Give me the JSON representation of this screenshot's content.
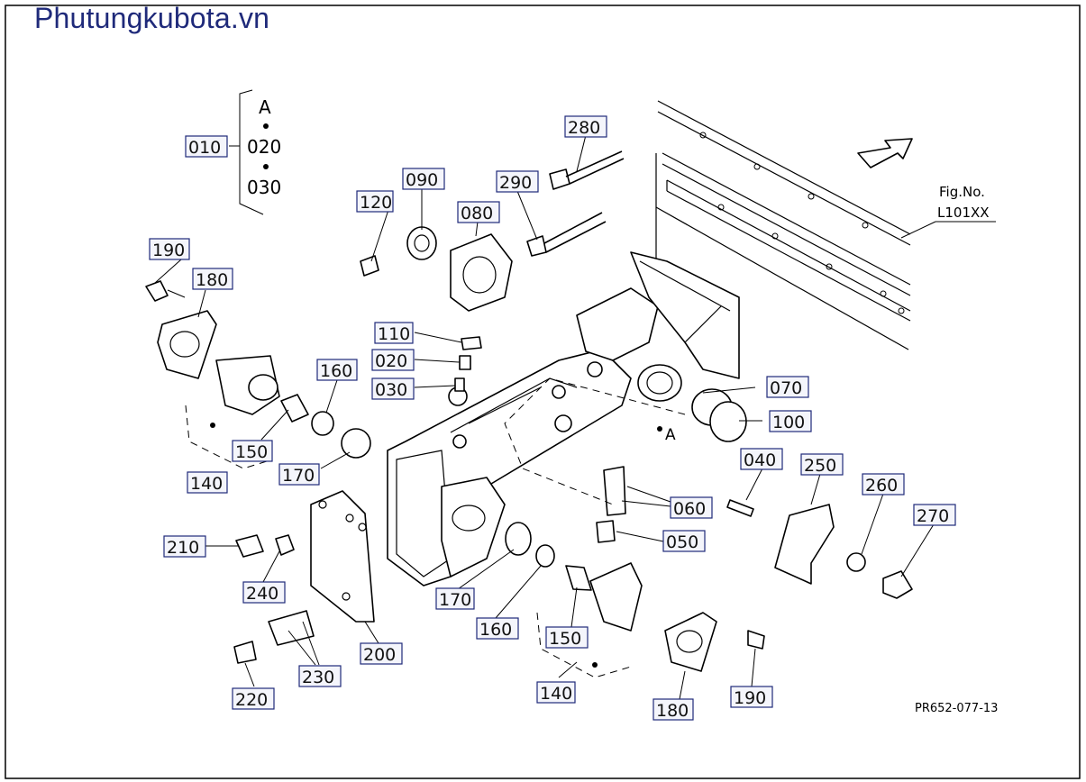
{
  "header": {
    "site_title": "Phutungkubota.vn"
  },
  "assembly_note": {
    "ref": "A",
    "code": "010",
    "items": [
      "020",
      "030"
    ]
  },
  "figure_ref": {
    "label": "Fig.No.",
    "value": "L101XX"
  },
  "drawing_code": "PR652-077-13",
  "section_ref": "A",
  "callouts": [
    "280",
    "290",
    "090",
    "080",
    "120",
    "190",
    "180",
    "110",
    "020",
    "030",
    "160",
    "070",
    "100",
    "150",
    "170",
    "140",
    "040",
    "250",
    "260",
    "270",
    "060",
    "050",
    "210",
    "240",
    "170",
    "160",
    "150",
    "200",
    "230",
    "220",
    "140",
    "180",
    "190"
  ]
}
